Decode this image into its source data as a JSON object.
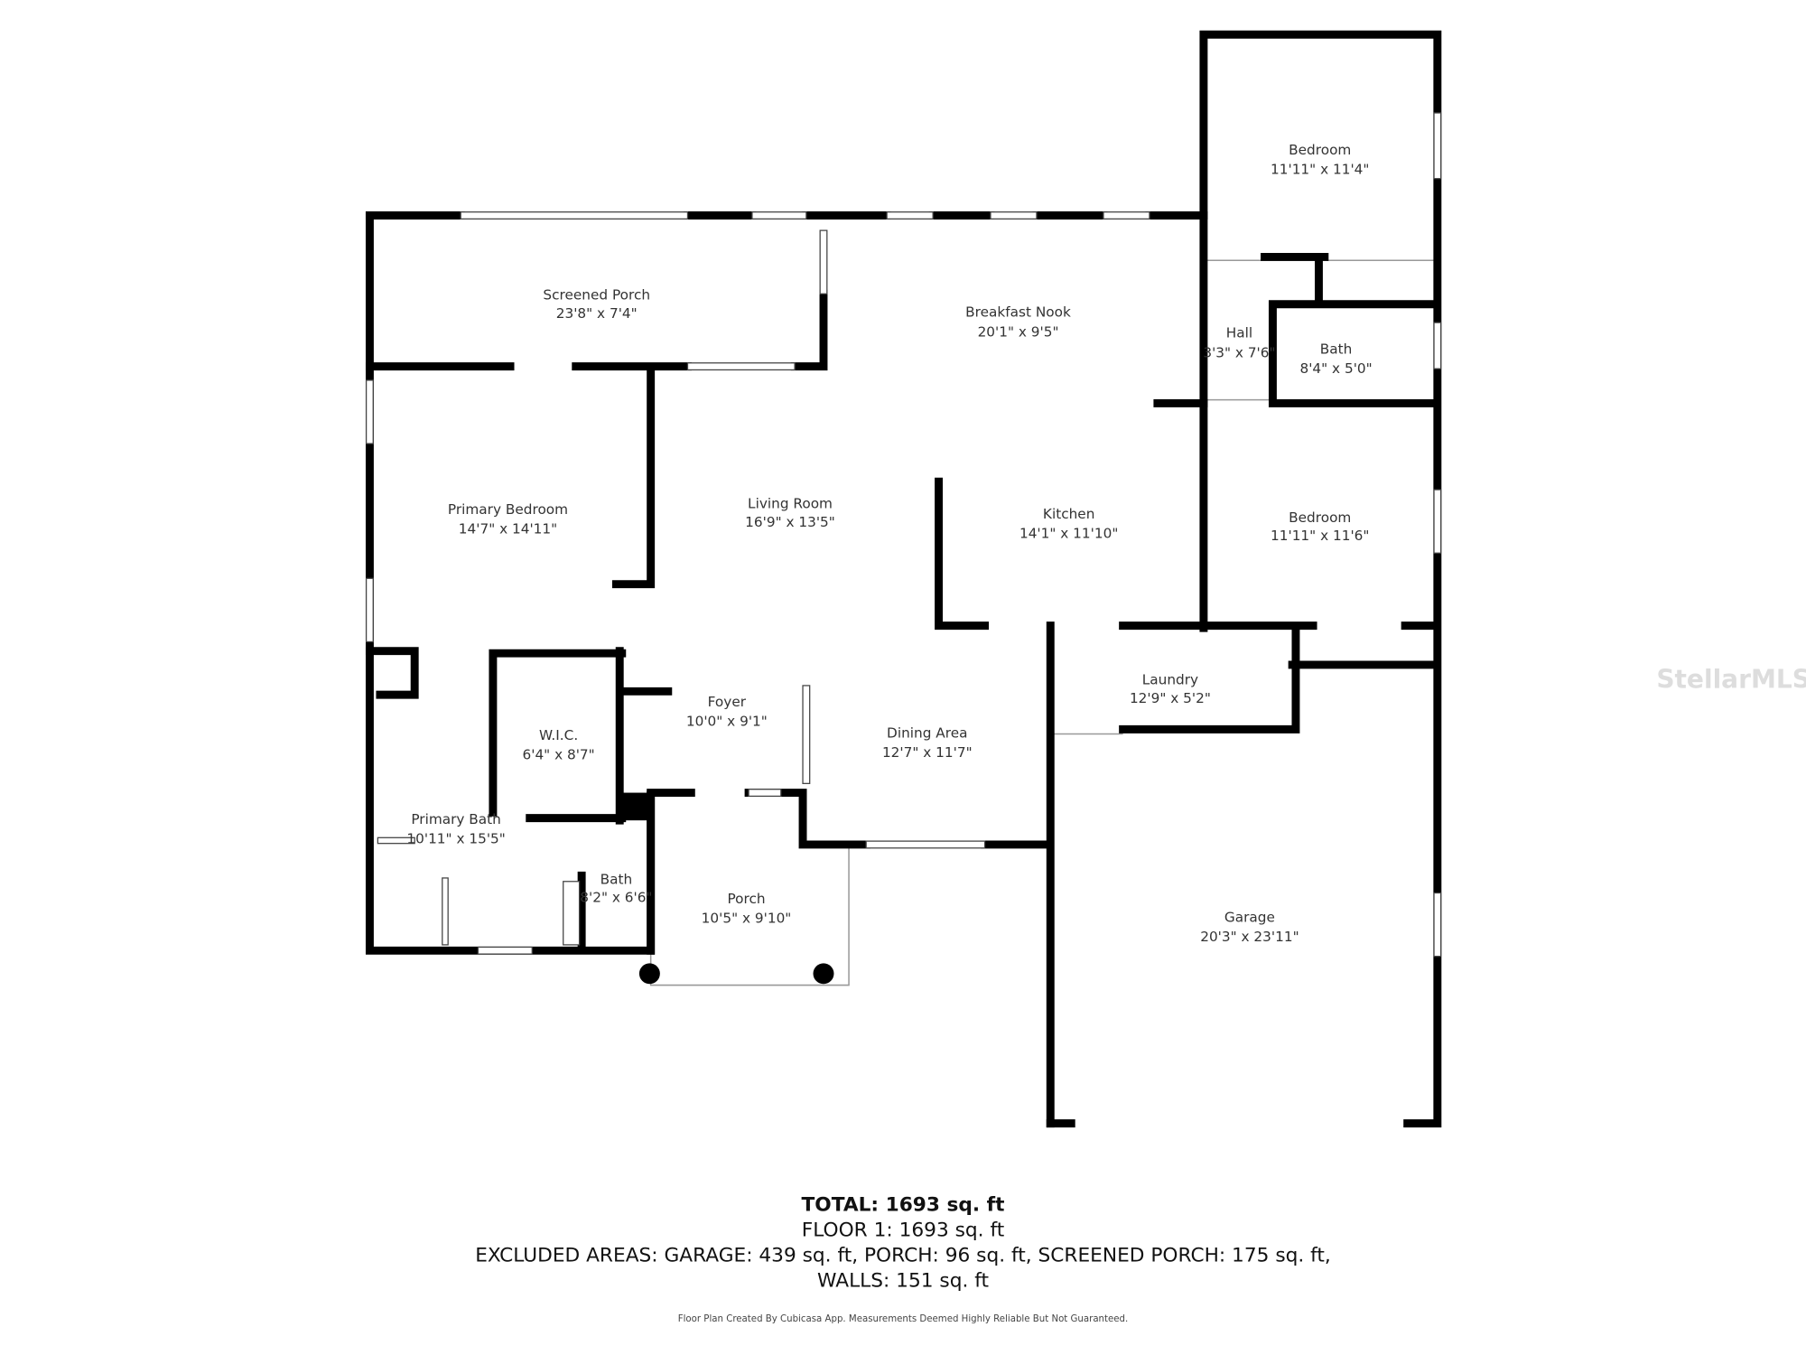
{
  "rooms": [
    {
      "name": "Bedroom",
      "dims": "11'11\" x 11'4\""
    },
    {
      "name": "Screened Porch",
      "dims": "23'8\" x 7'4\""
    },
    {
      "name": "Breakfast Nook",
      "dims": "20'1\" x 9'5\""
    },
    {
      "name": "Hall",
      "dims": "3'3\" x 7'6\""
    },
    {
      "name": "Bath",
      "dims": "8'4\" x 5'0\""
    },
    {
      "name": "Primary Bedroom",
      "dims": "14'7\" x 14'11\""
    },
    {
      "name": "Living Room",
      "dims": "16'9\" x 13'5\""
    },
    {
      "name": "Kitchen",
      "dims": "14'1\" x 11'10\""
    },
    {
      "name": "Bedroom",
      "dims": "11'11\" x 11'6\""
    },
    {
      "name": "Laundry",
      "dims": "12'9\" x 5'2\""
    },
    {
      "name": "Foyer",
      "dims": "10'0\" x 9'1\""
    },
    {
      "name": "W.I.C.",
      "dims": "6'4\" x 8'7\""
    },
    {
      "name": "Dining Area",
      "dims": "12'7\" x 11'7\""
    },
    {
      "name": "Primary Bath",
      "dims": "10'11\" x 15'5\""
    },
    {
      "name": "Bath",
      "dims": "8'2\" x 6'6\""
    },
    {
      "name": "Porch",
      "dims": "10'5\" x 9'10\""
    },
    {
      "name": "Garage",
      "dims": "20'3\" x 23'11\""
    }
  ],
  "summary": {
    "total": "TOTAL: 1693 sq. ft",
    "floor": "FLOOR 1: 1693 sq. ft",
    "excluded": "EXCLUDED AREAS: GARAGE: 439 sq. ft, PORCH: 96 sq. ft, SCREENED PORCH: 175 sq. ft,",
    "walls": "WALLS: 151 sq. ft",
    "footnote": "Floor Plan Created By Cubicasa App. Measurements Deemed Highly Reliable But Not Guaranteed."
  },
  "watermark": "StellarMLS"
}
